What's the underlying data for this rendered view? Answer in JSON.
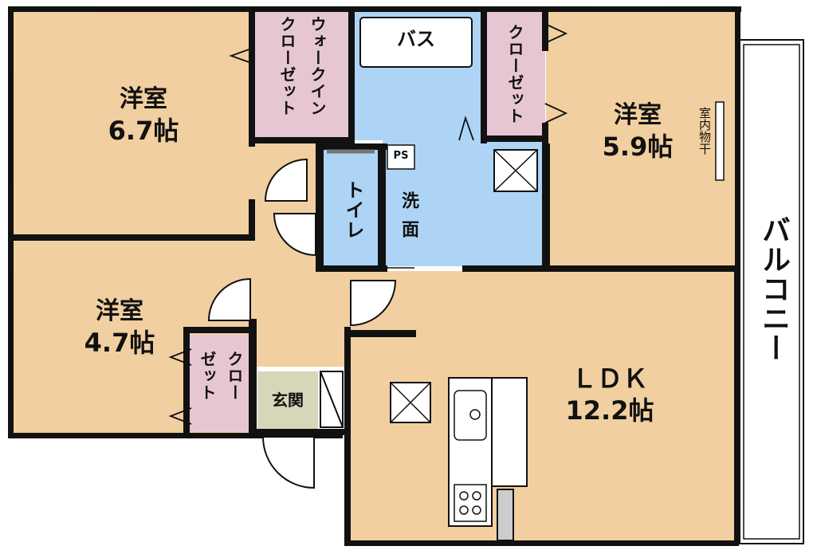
{
  "rooms": {
    "western_1": {
      "name": "洋室",
      "size": "6.7帖"
    },
    "western_2": {
      "name": "洋室",
      "size": "5.9帖"
    },
    "western_3": {
      "name": "洋室",
      "size": "4.7帖"
    },
    "ldk": {
      "name": "ＬＤＫ",
      "size": "12.2帖"
    }
  },
  "labels": {
    "walk_in_closet_1": "ウォークイン",
    "walk_in_closet_2": "クローゼット",
    "bath": "バス",
    "closet_top": "クローゼット",
    "closet_left_1": "クロー",
    "closet_left_2": "ゼット",
    "toilet": "トイレ",
    "washroom": "洗面",
    "ps": "PS",
    "entrance": "玄関",
    "indoor_drying": "室内物干",
    "balcony": "バルコニー"
  },
  "colors": {
    "room_fill": "#f2cfa0",
    "water_fill": "#aed4f5",
    "closet_fill": "#e7c6d4",
    "entrance_fill": "#d6d6b8",
    "wall": "#111111",
    "fixture": "#ffffff"
  }
}
